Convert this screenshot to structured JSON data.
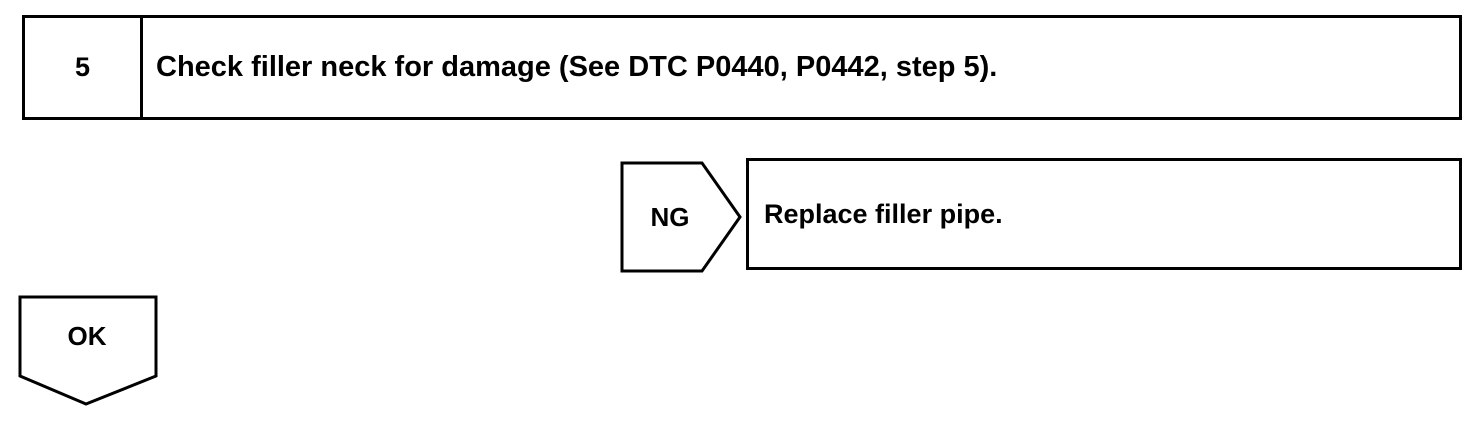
{
  "step": {
    "number": "5",
    "instruction": "Check filler neck for damage (See DTC P0440, P0442, step 5)."
  },
  "ng_branch": {
    "label": "NG",
    "action": "Replace filler pipe."
  },
  "ok_branch": {
    "label": "OK"
  }
}
